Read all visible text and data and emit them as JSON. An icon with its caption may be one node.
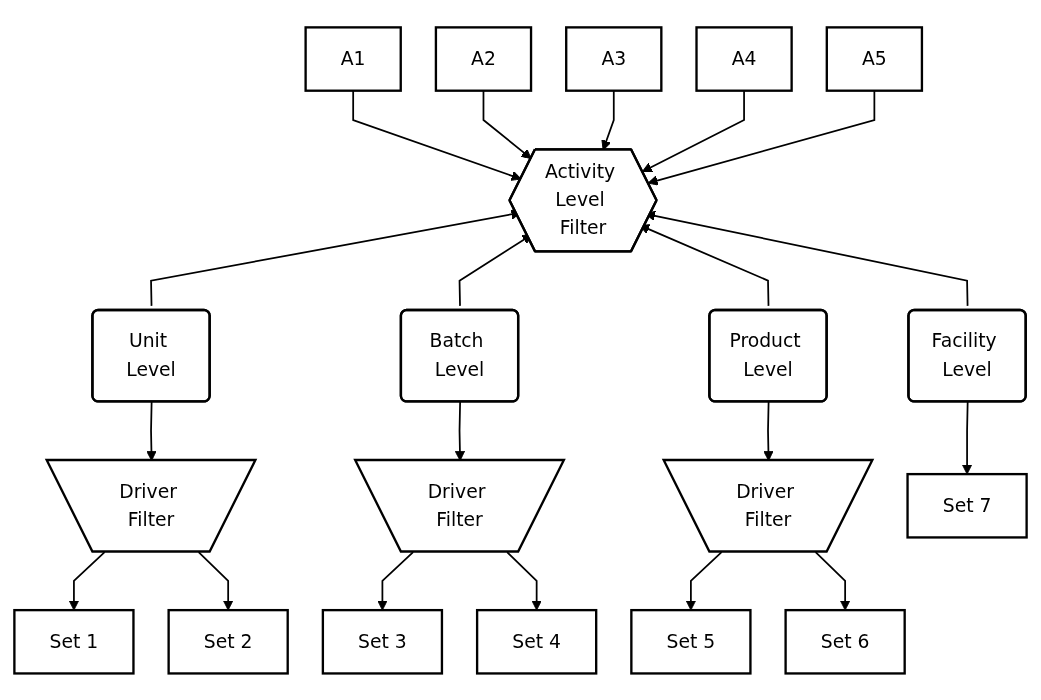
{
  "diagram": {
    "nodes": [
      {
        "text": [
          "A1"
        ]
      },
      {
        "text": [
          "A2"
        ]
      },
      {
        "text": [
          "A3"
        ]
      },
      {
        "text": [
          "A4"
        ]
      },
      {
        "text": [
          "A5"
        ]
      },
      {
        "text": [
          "Activity Level Filter"
        ]
      },
      {
        "text": [
          "Unit Level"
        ]
      },
      {
        "text": [
          "Batch Level"
        ]
      },
      {
        "text": [
          "Product Level"
        ]
      },
      {
        "text": [
          "Facility Level"
        ]
      },
      {
        "text": [
          "Driver Filter"
        ]
      },
      {
        "text": [
          "Driver Filter"
        ]
      },
      {
        "text": [
          "Driver Filter"
        ]
      },
      {
        "text": [
          "Set 1"
        ]
      },
      {
        "text": [
          "Set 2"
        ]
      },
      {
        "text": [
          "Set 3"
        ]
      },
      {
        "text": [
          "Set 4"
        ]
      },
      {
        "text": [
          "Set 5"
        ]
      },
      {
        "text": [
          "Set 6"
        ]
      },
      {
        "text": [
          "Set 7"
        ]
      }
    ],
    "edges": [
      {
        "from": 0,
        "to": 5,
        "arrow": "to"
      },
      {
        "from": 1,
        "to": 5,
        "arrow": "to"
      },
      {
        "from": 2,
        "to": 5,
        "arrow": "to"
      },
      {
        "from": 3,
        "to": 5,
        "arrow": "to"
      },
      {
        "from": 4,
        "to": 5,
        "arrow": "to"
      },
      {
        "from": 6,
        "to": 5,
        "arrow": "to"
      },
      {
        "from": 7,
        "to": 5,
        "arrow": "to"
      },
      {
        "from": 8,
        "to": 5,
        "arrow": "to"
      },
      {
        "from": 9,
        "to": 5,
        "arrow": "to"
      },
      {
        "from": 6,
        "to": 10,
        "arrow": "to"
      },
      {
        "from": 7,
        "to": 11,
        "arrow": "to"
      },
      {
        "from": 8,
        "to": 12,
        "arrow": "to"
      },
      {
        "from": 9,
        "to": 19,
        "arrow": "to"
      },
      {
        "from": 10,
        "to": 13,
        "arrow": "to"
      },
      {
        "from": 10,
        "to": 14,
        "arrow": "to"
      },
      {
        "from": 11,
        "to": 15,
        "arrow": "to"
      },
      {
        "from": 11,
        "to": 16,
        "arrow": "to"
      },
      {
        "from": 12,
        "to": 17,
        "arrow": "to"
      },
      {
        "from": 12,
        "to": 18,
        "arrow": "to"
      }
    ]
  }
}
